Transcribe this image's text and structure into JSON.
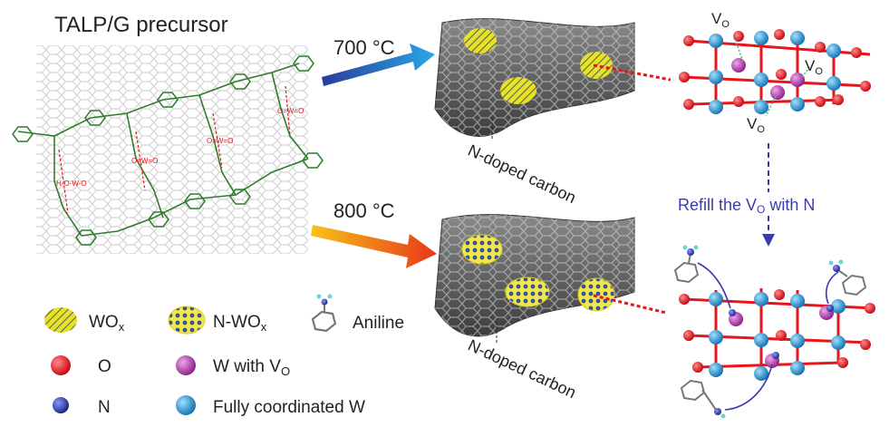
{
  "labels": {
    "precursor_title": "TALP/G precursor",
    "temp_700": "700 °C",
    "temp_800": "800 °C",
    "ndoped_top": "N-doped carbon",
    "ndoped_bottom": "N-doped carbon",
    "refill_pre": "Refill the V",
    "refill_sub": "O",
    "refill_post": " with N",
    "vo_main": "V",
    "vo_sub": "O"
  },
  "legend": {
    "wox_main": "WO",
    "wox_sub": "x",
    "nwox_main": "N-WO",
    "nwox_sub": "x",
    "aniline": "Aniline",
    "o": "O",
    "n": "N",
    "w_vo_main": "W with V",
    "w_vo_sub": "O",
    "fully_w": "Fully coordinated W"
  },
  "colors": {
    "oxygen": "#e8141c",
    "nitrogen": "#2b3aa8",
    "w_vacancy": "#b03aa8",
    "w_full": "#1f8fd6",
    "aniline_carbon": "#8a8a8a",
    "hydrogen": "#6fd3d8",
    "polymer": "#2f7d2b",
    "sheet": "#5a5a5a",
    "wox_yellow": "#e6e22a",
    "refill_text": "#3b3bb0"
  }
}
